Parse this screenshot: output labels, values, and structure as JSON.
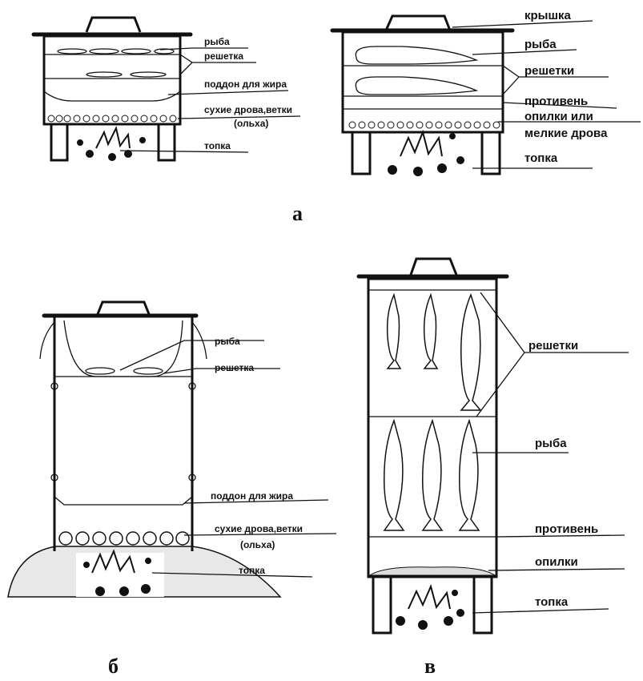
{
  "diagram_a_left": {
    "labels": [
      "рыба",
      "решетка",
      "поддон для жира",
      "сухие дрова,ветки",
      "(ольха)",
      "топка"
    ]
  },
  "diagram_a_right": {
    "labels": [
      "крышка",
      "рыба",
      "решетки",
      "противень",
      "опилки или",
      "мелкие дрова",
      "топка"
    ]
  },
  "diagram_b": {
    "labels": [
      "рыба",
      "решетка",
      "поддон для жира",
      "сухие дрова,ветки",
      "(ольха)",
      "топка"
    ]
  },
  "diagram_v": {
    "labels": [
      "решетки",
      "рыба",
      "противень",
      "опилки",
      "топка"
    ]
  },
  "captions": {
    "a": "а",
    "b": "б",
    "v": "в"
  }
}
